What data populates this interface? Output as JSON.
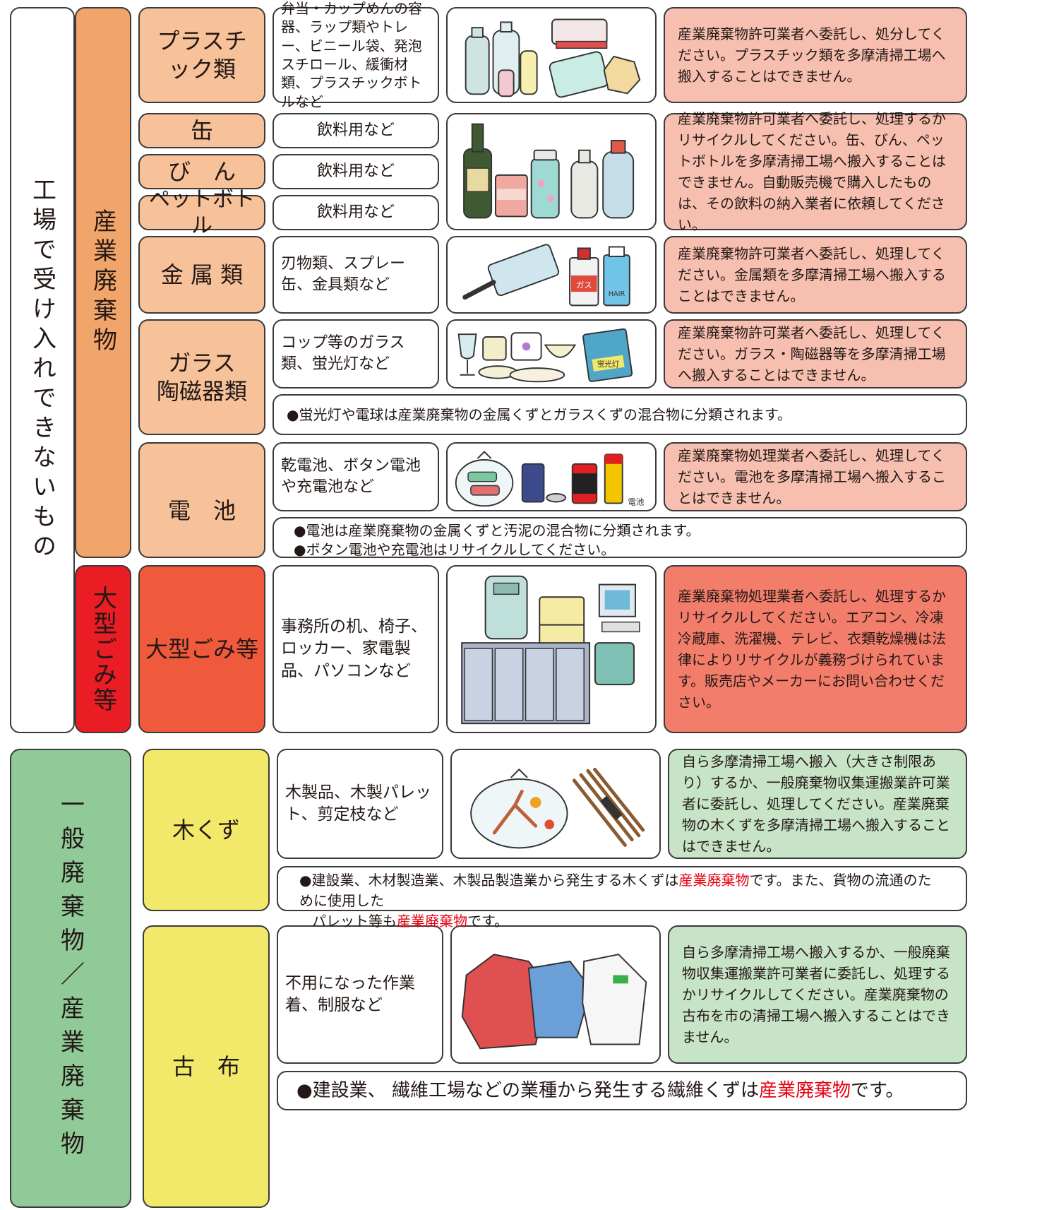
{
  "groups": {
    "not_accepted": "工場で受け入れできないもの",
    "industrial": "産業廃棄物",
    "large": "大型ごみ等",
    "general": "一般廃棄物／産業廃棄物"
  },
  "plastic": {
    "category": "プラスチック類",
    "desc": "弁当・カップめんの容器、ラップ類やトレー、ビニール袋、発泡スチロール、緩衝材類、プラスチックボトルなど",
    "action": "産業廃棄物許可業者へ委託し、処分してください。プラスチック類を多摩清掃工場へ搬入することはできません。"
  },
  "can": {
    "category": "缶",
    "desc": "飲料用など"
  },
  "bin": {
    "category": "び　ん",
    "desc": "飲料用など"
  },
  "pet": {
    "category": "ペットボトル",
    "desc": "飲料用など"
  },
  "beverage_action": "産業廃棄物許可業者へ委託し、処理するかリサイクルしてください。缶、びん、ペットボトルを多摩清掃工場へ搬入することはできません。自動販売機で購入したものは、その飲料の納入業者に依頼してください。",
  "metal": {
    "category": "金 属 類",
    "desc": "刃物類、スプレー缶、金具類など",
    "action": "産業廃棄物許可業者へ委託し、処理してください。金属類を多摩清掃工場へ搬入することはできません。",
    "spray_label_1": "ガス",
    "spray_label_2": "HAIR"
  },
  "glass": {
    "category_line1": "ガラス",
    "category_line2": "陶磁器類",
    "desc": "コップ等のガラス類、蛍光灯など",
    "action": "産業廃棄物許可業者へ委託し、処理してください。ガラス・陶磁器等を多摩清掃工場へ搬入することはできません。",
    "note": "●蛍光灯や電球は産業廃棄物の金属くずとガラスくずの混合物に分類されます。",
    "lamp_label": "蛍光灯"
  },
  "battery": {
    "category": "電　池",
    "desc": "乾電池、ボタン電池や充電池など",
    "action": "産業廃棄物処理業者へ委託し、処理してください。電池を多摩清掃工場へ搬入することはできません。",
    "note1": "●電池は産業廃棄物の金属くずと汚泥の混合物に分類されます。",
    "note2": "●ボタン電池や充電池はリサイクルしてください。",
    "img_label": "電池"
  },
  "large": {
    "category": "大型ごみ等",
    "desc": "事務所の机、椅子、ロッカー、家電製品、パソコンなど",
    "action": "産業廃棄物処理業者へ委託し、処理するかリサイクルしてください。エアコン、冷凍冷蔵庫、洗濯機、テレビ、衣類乾燥機は法律によりリサイクルが義務づけられています。販売店やメーカーにお問い合わせください。"
  },
  "wood": {
    "category": "木くず",
    "desc": "木製品、木製パレット、剪定枝など",
    "action": "自ら多摩清掃工場へ搬入（大きさ制限あり）するか、一般廃棄物収集運搬業許可業者に委託し、処理してください。産業廃棄物の木くずを多摩清掃工場へ搬入することはできません。",
    "note_a": "●建設業、木材製造業、木製品製造業から発生する木くずは",
    "note_b": "産業廃棄物",
    "note_c": "です。また、貨物の流通のために使用した",
    "note_d": "パレット等も",
    "note_e": "産業廃棄物",
    "note_f": "です。"
  },
  "cloth": {
    "category": "古　布",
    "desc": "不用になった作業着、制服など",
    "action": "自ら多摩清掃工場へ搬入するか、一般廃棄物収集運搬業許可業者に委託し、処理するかリサイクルしてください。産業廃棄物の古布を市の清掃工場へ搬入することはできません。",
    "note_a": "●建設業、 繊維工場などの業種から発生する繊維くずは",
    "note_b": "産業廃棄物",
    "note_c": "です。"
  },
  "colors": {
    "orange": "#f2a56a",
    "peach": "#f7c29a",
    "pink": "#f6bfb0",
    "red": "#ea1c24",
    "tomato": "#f05a3c",
    "salmon": "#f37d6b",
    "green": "#8fca98",
    "lightgreen": "#c7e4c7",
    "yellow": "#f2e96b",
    "note_red": "#e60012"
  }
}
